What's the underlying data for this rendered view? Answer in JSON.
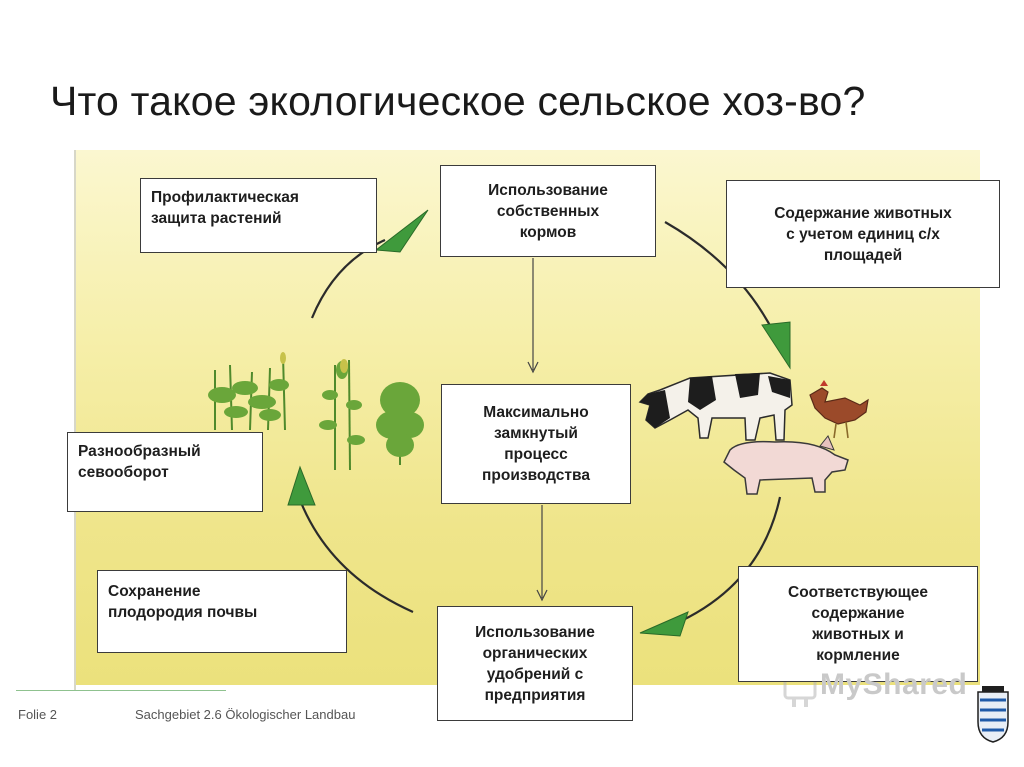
{
  "title": "Что такое экологическое сельское хоз-во?",
  "boxes": {
    "plant_protection": "Профилактическая\nзащита растений",
    "own_feed": "Использование\nсобственных\nкормов",
    "livestock_units": "Содержание животных\nс учетом единиц  с/х\nплощадей",
    "closed_cycle": "Максимально\nзамкнутый\nпроцесс\nпроизводства",
    "crop_rotation": "Разнообразный\nсевооборот",
    "soil_fertility": "Сохранение\nплодородия почвы",
    "organic_fertilizer": "Использование\nорганических\nудобрений с\nпредприятия",
    "animal_keeping": "Соответствующее\nсодержание\nживотных и\nкормление"
  },
  "footer": {
    "slide": "Folie 2",
    "subject": "Sachgebiet 2.6 Ökologischer Landbau"
  },
  "watermark": "MyShared",
  "colors": {
    "arrow_green": "#3f9a3c",
    "arc": "#2b2b2b",
    "panel_top": "#fbf7d0",
    "panel_bottom": "#ebe17c"
  },
  "icons": [
    "plants-illustration",
    "cow-icon",
    "hen-icon",
    "pig-icon",
    "bavaria-coat-of-arms-icon"
  ]
}
